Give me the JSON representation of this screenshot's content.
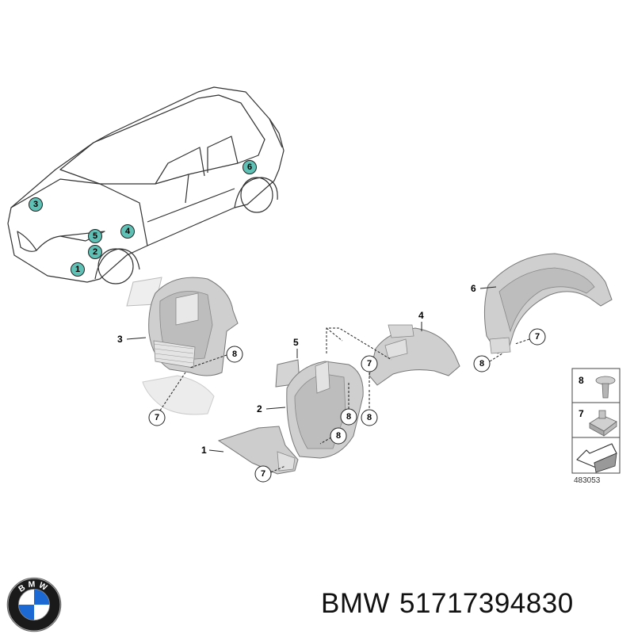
{
  "car_markers": [
    "1",
    "2",
    "3",
    "4",
    "5",
    "6"
  ],
  "callouts": {
    "c1": "1",
    "c2": "2",
    "c3": "3",
    "c4": "4",
    "c5": "5",
    "c6": "6",
    "c7": "7",
    "c8": "8"
  },
  "legend": {
    "item_top": "8",
    "item_mid": "7",
    "code": "483053"
  },
  "caption": {
    "brand": "BMW",
    "part_number": "51717394830"
  },
  "logo_letters": "BMW",
  "colors": {
    "marker_fill": "#5fc1b5",
    "line": "#222222",
    "part_fill": "#cfcfcf",
    "part_dark": "#9a9a9a",
    "logo_blue": "#1c69d4"
  }
}
